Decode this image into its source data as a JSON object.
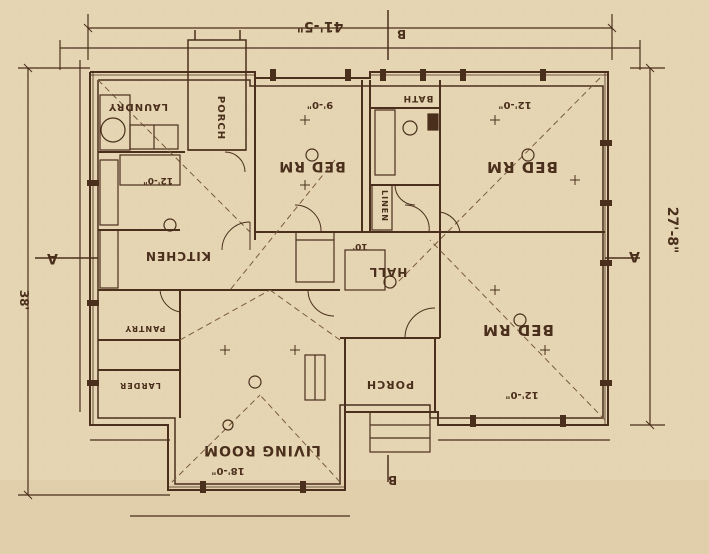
{
  "colors": {
    "paper": "#e6d5b3",
    "paper_dark": "#d8c49c",
    "ink": "#4a2f1c",
    "ink_light": "#7a5a3e"
  },
  "dims": {
    "overall_width": "41'-5\"",
    "overall_depth": "27'-8\"",
    "left_depth": "38'",
    "bed_rm_1_width": "9'-0\"",
    "bed_rm_2_width": "12'-0\"",
    "bed_rm_3_width": "12'-0\"",
    "living_room_size": "18'-0\"",
    "kitchen_width": "12'-0\"",
    "hall_closet": "10'"
  },
  "rooms": {
    "laundry": "LAUNDRY",
    "porch_back": "PORCH",
    "bed_rm_1": "BED RM",
    "bath": "BATH",
    "linen": "LINEN",
    "bed_rm_2": "BED RM",
    "kitchen": "KITCHEN",
    "hall": "HALL",
    "bed_rm_3": "BED RM",
    "pantry": "PANTRY",
    "larder": "LARDER",
    "living_room": "LIVING ROOM",
    "porch_front": "PORCH"
  },
  "markers": {
    "section_a": "A",
    "section_b": "B"
  }
}
